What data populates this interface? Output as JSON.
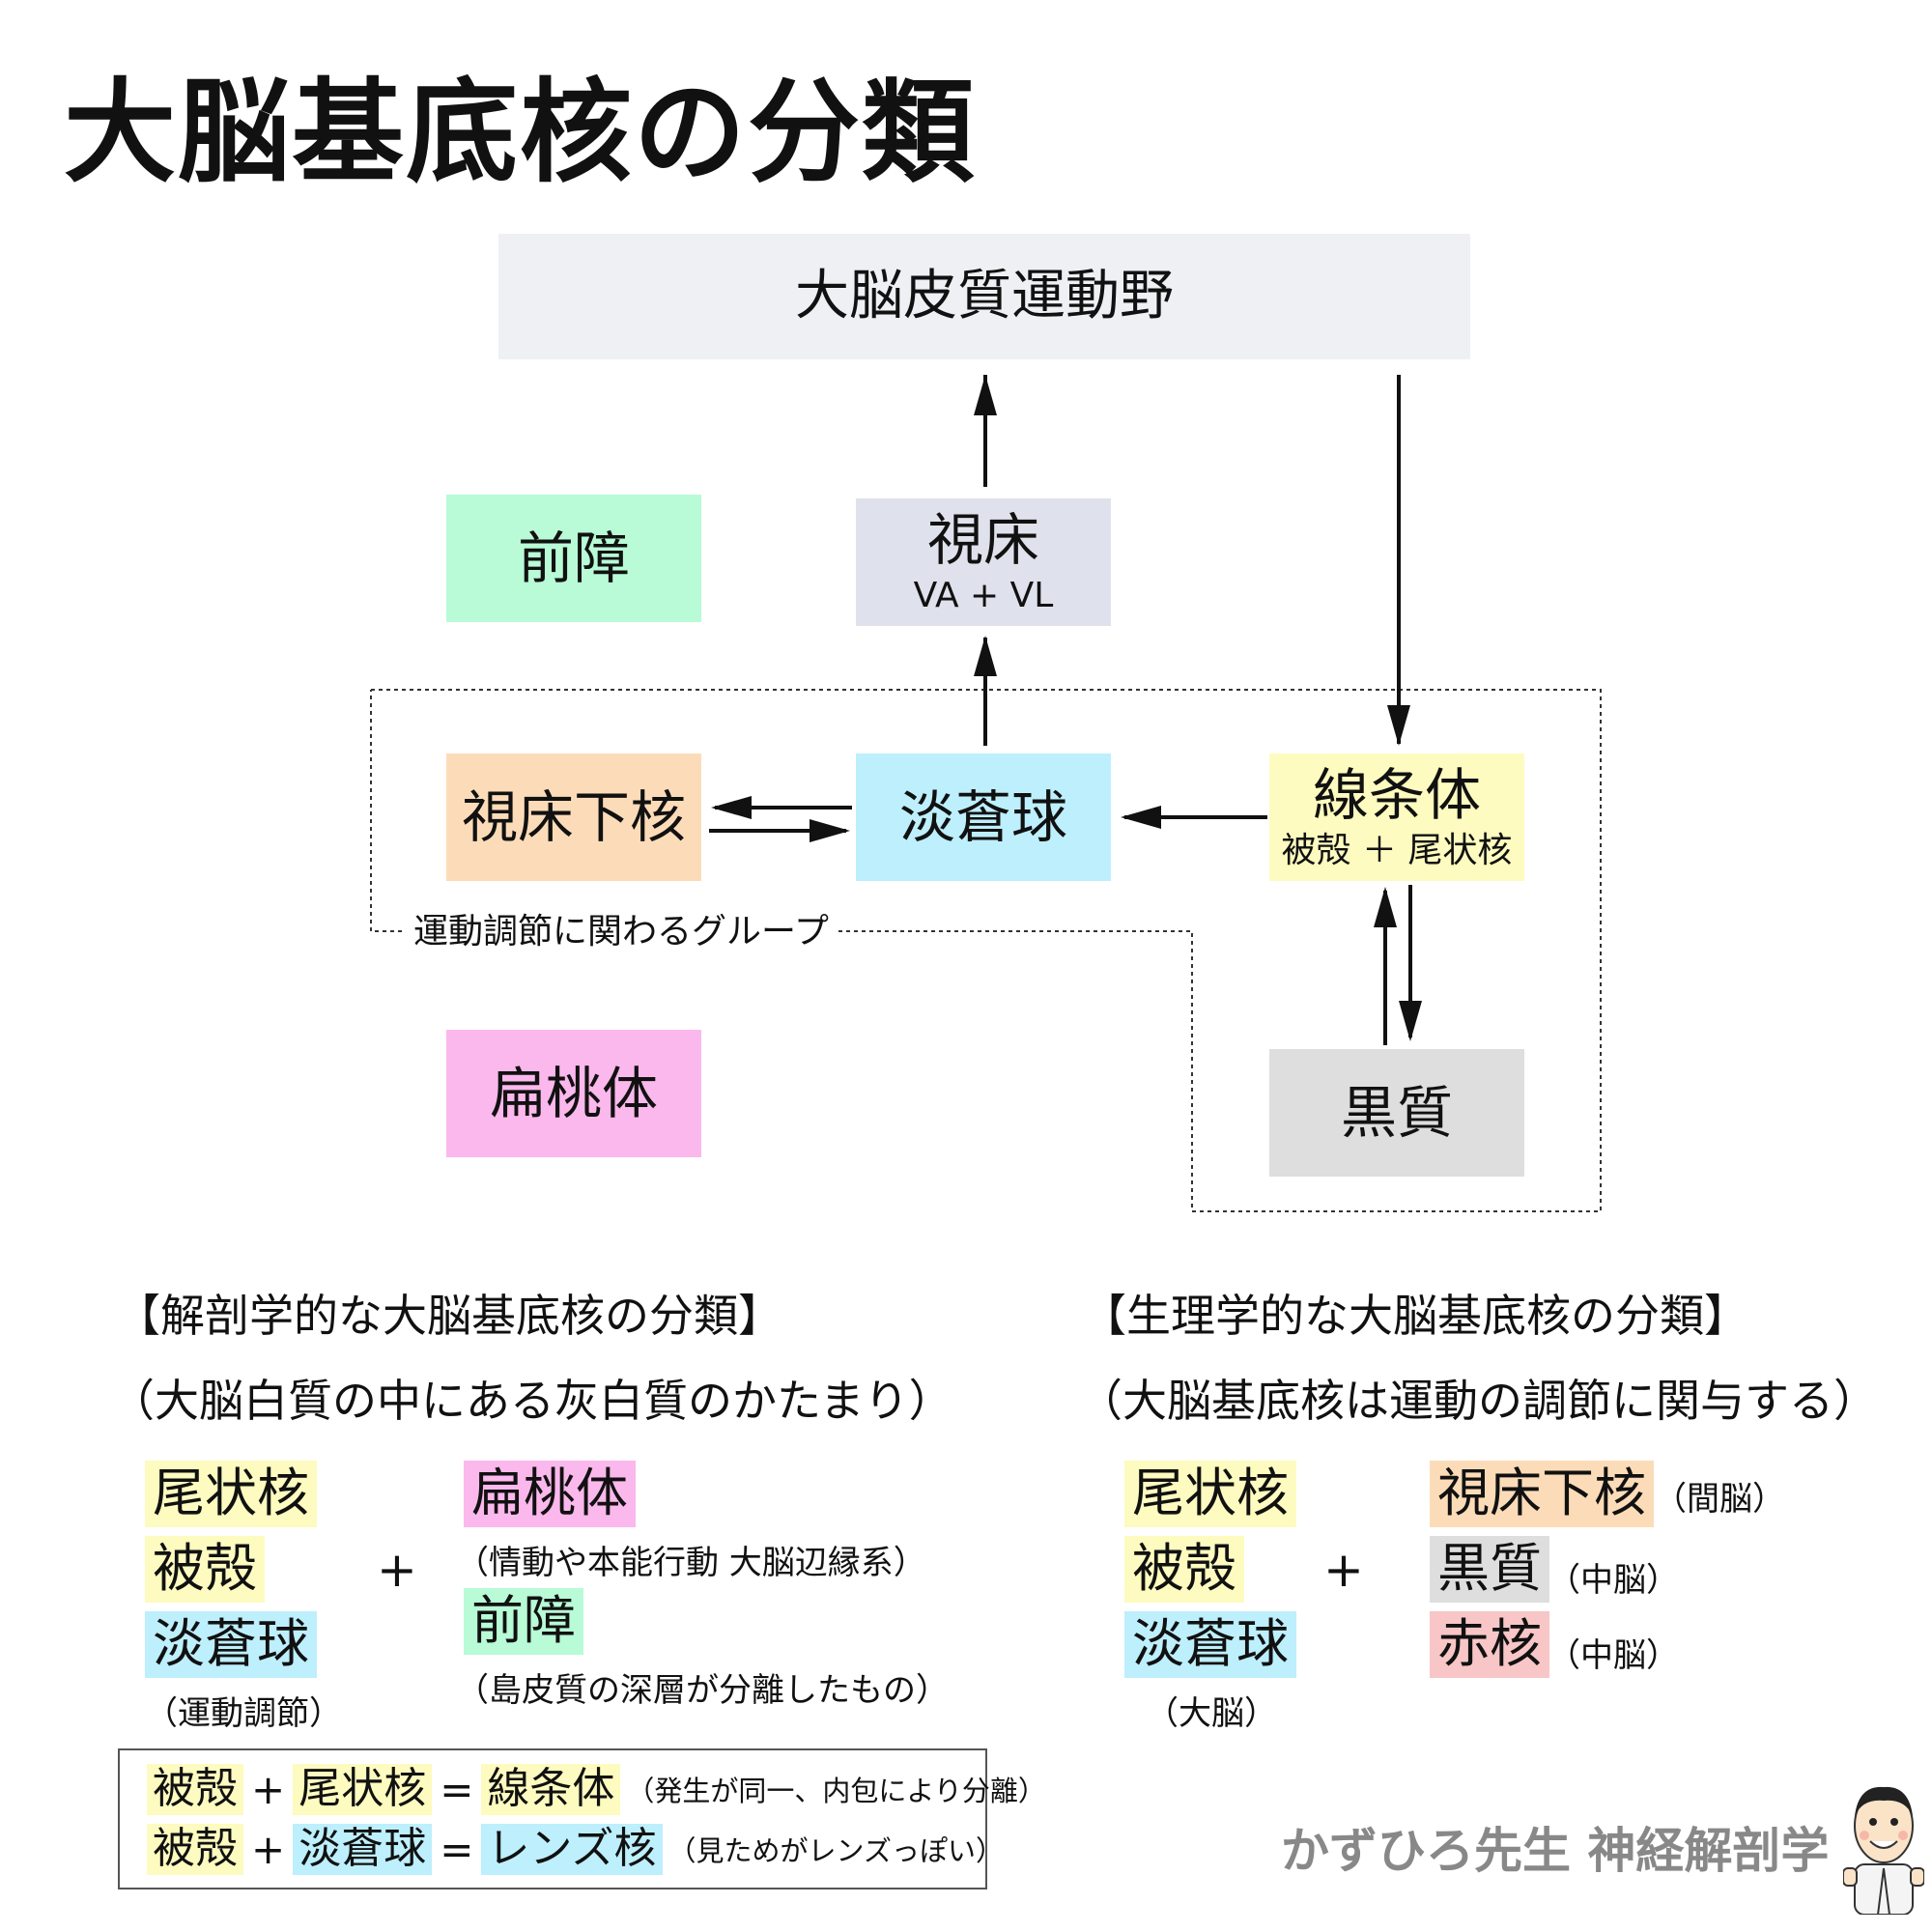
{
  "title": "大脳基底核の分類",
  "diagram": {
    "cortex": "大脳皮質運動野",
    "thalamus": {
      "name": "視床",
      "sub": "VA + VL"
    },
    "claustrum": "前障",
    "subthalamic": "視床下核",
    "globus_pallidus": "淡蒼球",
    "striatum": {
      "name": "線条体",
      "sub": "被殻 ＋ 尾状核"
    },
    "amygdala": "扁桃体",
    "substantia_nigra": "黒質",
    "group_label": "運動調節に関わるグループ"
  },
  "anatomical": {
    "heading": "【解剖学的な大脳基底核の分類】",
    "subheading": "（大脳白質の中にある灰白質のかたまり）",
    "left_items": [
      "尾状核",
      "被殻",
      "淡蒼球"
    ],
    "left_note": "（運動調節）",
    "plus": "+",
    "right_items": [
      {
        "label": "扁桃体",
        "note": "（情動や本能行動 大脳辺縁系）"
      },
      {
        "label": "前障",
        "note": "（島皮質の深層が分離したもの）"
      }
    ]
  },
  "physiological": {
    "heading": "【生理学的な大脳基底核の分類】",
    "subheading": "（大脳基底核は運動の調節に関与する）",
    "left_items": [
      "尾状核",
      "被殻",
      "淡蒼球"
    ],
    "left_note": "（大脳）",
    "plus": "+",
    "right_items": [
      {
        "label": "視床下核",
        "note": "（間脳）"
      },
      {
        "label": "黒質",
        "note": "（中脳）"
      },
      {
        "label": "赤核",
        "note": "（中脳）"
      }
    ]
  },
  "summary": {
    "row1": {
      "a": "被殻",
      "op1": "+",
      "b": "尾状核",
      "op2": "=",
      "result": "線条体",
      "note": "（発生が同一、内包により分離）"
    },
    "row2": {
      "a": "被殻",
      "op1": "+",
      "b": "淡蒼球",
      "op2": "=",
      "result": "レンズ核",
      "note": "（見ためがレンズっぽい）"
    }
  },
  "credit": "かずひろ先生 神経解剖学",
  "colors": {
    "cortex": "#eef0f4",
    "thalamus": "#dfe1ec",
    "claustrum": "#b8fbd6",
    "subthalamic": "#fcdcb8",
    "globus_pallidus": "#bdeffc",
    "striatum": "#fdfbbf",
    "amygdala": "#fbb8ec",
    "substantia_nigra": "#dedede",
    "red_nucleus": "#f8c6c6"
  }
}
